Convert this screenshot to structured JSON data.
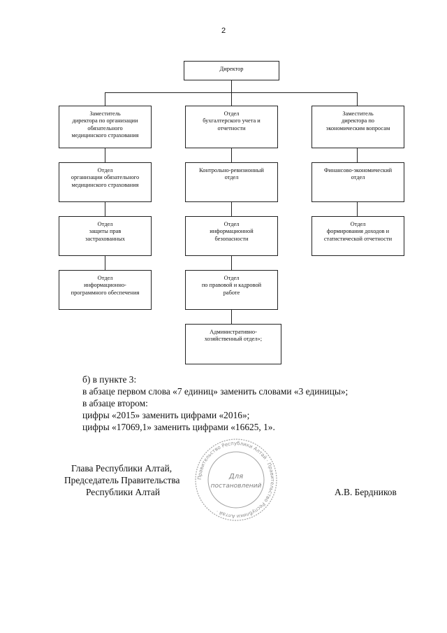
{
  "page_number": "2",
  "org_chart": {
    "top": "Директор",
    "column_left": [
      "Заместитель\nдиректора по организации\nобязательного\nмедицинского страхования",
      "Отдел\nорганизации обязательного\nмедицинского страхования",
      "Отдел\nзащиты прав\nзастрахованных",
      "Отдел\nинформационно-\nпрограммного обеспечения"
    ],
    "column_center": [
      "Отдел\nбухгалтерского учета и\nотчетности",
      "Контрольно-ревизионный\nотдел",
      "Отдел\nинформационной\nбезопасности",
      "Отдел\nпо правовой и кадровой\nработе",
      "Административно-\nхозяйственный отдел»;"
    ],
    "column_right": [
      "Заместитель\nдиректора по\nэкономическим вопросам",
      "Финансово-экономический\nотдел",
      "Отдел\nформирования доходов и\nстатистической отчетности"
    ]
  },
  "amendment_lines": [
    "б) в пункте 3:",
    "в абзаце первом слова «7 единиц» заменить словами «3 единицы»;",
    "в абзаце втором:",
    "цифры «2015» заменить цифрами «2016»;",
    "цифры «17069,1» заменить цифрами «16625, 1»."
  ],
  "signature": {
    "title_line1": "Глава Республики Алтай,",
    "title_line2": "Председатель Правительства",
    "title_line3": "Республики Алтай",
    "name": "А.В. Бердников"
  },
  "stamp": {
    "center_line1": "Для",
    "center_line2": "постановлений",
    "ring_text": "Правительство Республики Алтай · Правительство Республики Алтай ·"
  }
}
